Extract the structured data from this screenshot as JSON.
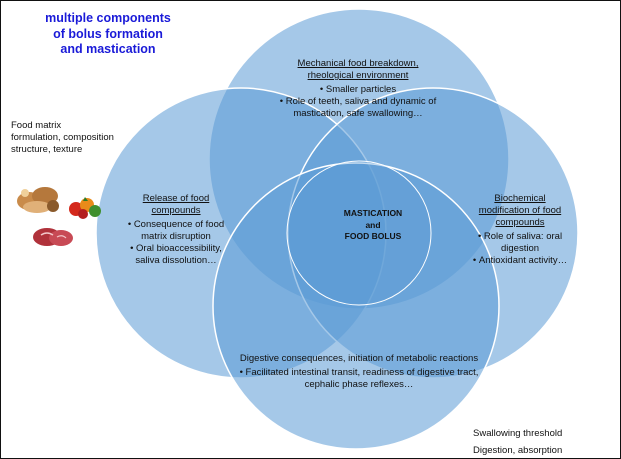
{
  "title": {
    "lines": [
      "multiple components",
      "of bolus formation",
      "and mastication"
    ],
    "color": "#1a1ad8"
  },
  "left_note": {
    "lines": [
      "Food matrix",
      "formulation, composition",
      "structure, texture"
    ]
  },
  "bottom_right_note": {
    "lines": [
      "Swallowing threshold",
      "Digestion, absorption"
    ]
  },
  "circles": {
    "top": {
      "heading_lines": [
        "Mechanical food breakdown,",
        "rheological environment"
      ],
      "bullets": [
        "Smaller particles",
        "Role of teeth, saliva and dynamic of mastication, safe swallowing…"
      ]
    },
    "left": {
      "heading_lines": [
        "Release of food",
        "compounds"
      ],
      "bullets": [
        "Consequence of food matrix disruption",
        "Oral bioaccessibility, saliva dissolution…"
      ]
    },
    "right": {
      "heading_lines": [
        "Biochemical",
        "modification of food",
        "compounds"
      ],
      "bullets": [
        "Role of saliva: oral digestion",
        "Antioxidant activity…"
      ]
    },
    "bottom": {
      "heading_lines": [
        "Digestive consequences, initiation of",
        "metabolic reactions"
      ],
      "bullets": [
        "Facilitated intestinal transit, readiness of digestive tract, cephalic phase reflexes…"
      ]
    }
  },
  "center": {
    "lines": [
      "MASTICATION",
      "and",
      "FOOD BOLUS"
    ]
  },
  "food_images": [
    "bread-and-pastry-image",
    "fruits-and-vegetables-image",
    "raw-meat-image"
  ],
  "colors": {
    "circle_fill": "#5b9bd5",
    "circle_stroke": "#ffffff",
    "title": "#1a1ad8"
  }
}
